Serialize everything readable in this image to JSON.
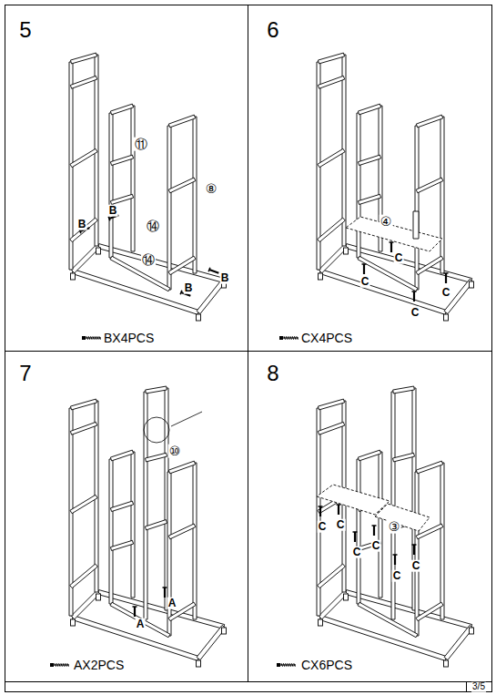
{
  "diagram": {
    "labels": [
      "5",
      "⑪",
      "⑧",
      "B",
      "B",
      "⑭",
      "⑭",
      "B",
      "B",
      "BX4PCS",
      "6",
      "④",
      "C",
      "C",
      "C",
      "C",
      "CX4PCS",
      "7",
      "⑩",
      "A",
      "A",
      "AX2PCS",
      "8",
      "C",
      "C",
      "C",
      "C",
      "C",
      "C",
      "③",
      "CX6PCS",
      "3/5"
    ]
  }
}
